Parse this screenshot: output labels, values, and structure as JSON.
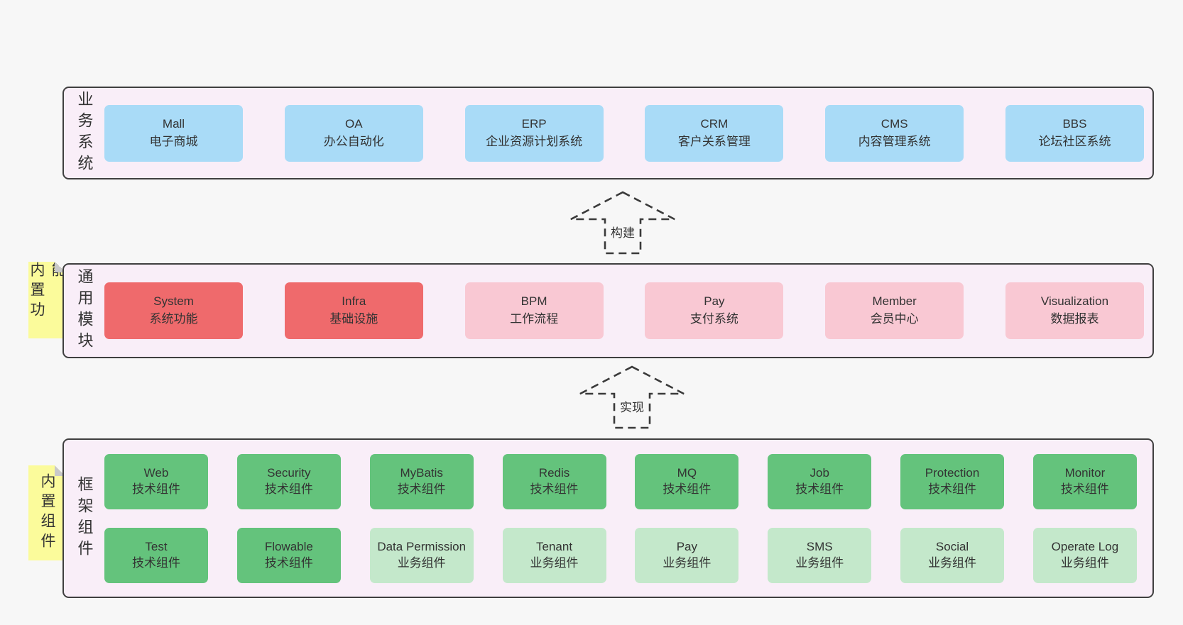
{
  "colors": {
    "page_bg": "#f7f7f7",
    "layer_bg": "#f9eef8",
    "layer_border": "#3f3f3f",
    "blue_box": "#a9dbf7",
    "red_box": "#ef6a6c",
    "pink_box": "#f9c8d3",
    "green_box": "#64c37c",
    "light_green_box": "#c4e8cb",
    "sticky_yellow": "#fbfb9b",
    "sticky_fold": "#c9c9c9",
    "text": "#333333"
  },
  "layers": {
    "business": {
      "label": "业务系统",
      "boxes": [
        {
          "title": "Mall",
          "subtitle": "电子商城"
        },
        {
          "title": "OA",
          "subtitle": "办公自动化"
        },
        {
          "title": "ERP",
          "subtitle": "企业资源计划系统"
        },
        {
          "title": "CRM",
          "subtitle": "客户关系管理"
        },
        {
          "title": "CMS",
          "subtitle": "内容管理系统"
        },
        {
          "title": "BBS",
          "subtitle": "论坛社区系统"
        }
      ]
    },
    "modules": {
      "label": "通用模块",
      "sticky": "内置功能",
      "boxes": [
        {
          "title": "System",
          "subtitle": "系统功能"
        },
        {
          "title": "Infra",
          "subtitle": "基础设施"
        },
        {
          "title": "BPM",
          "subtitle": "工作流程"
        },
        {
          "title": "Pay",
          "subtitle": "支付系统"
        },
        {
          "title": "Member",
          "subtitle": "会员中心"
        },
        {
          "title": "Visualization",
          "subtitle": "数据报表"
        }
      ]
    },
    "components": {
      "label": "框架组件",
      "sticky": "内置组件",
      "row1": [
        {
          "title": "Web",
          "subtitle": "技术组件"
        },
        {
          "title": "Security",
          "subtitle": "技术组件"
        },
        {
          "title": "MyBatis",
          "subtitle": "技术组件"
        },
        {
          "title": "Redis",
          "subtitle": "技术组件"
        },
        {
          "title": "MQ",
          "subtitle": "技术组件"
        },
        {
          "title": "Job",
          "subtitle": "技术组件"
        },
        {
          "title": "Protection",
          "subtitle": "技术组件"
        },
        {
          "title": "Monitor",
          "subtitle": "技术组件"
        }
      ],
      "row2": [
        {
          "title": "Test",
          "subtitle": "技术组件"
        },
        {
          "title": "Flowable",
          "subtitle": "技术组件"
        },
        {
          "title": "Data Permission",
          "subtitle": "业务组件"
        },
        {
          "title": "Tenant",
          "subtitle": "业务组件"
        },
        {
          "title": "Pay",
          "subtitle": "业务组件"
        },
        {
          "title": "SMS",
          "subtitle": "业务组件"
        },
        {
          "title": "Social",
          "subtitle": "业务组件"
        },
        {
          "title": "Operate Log",
          "subtitle": "业务组件"
        }
      ]
    }
  },
  "arrows": {
    "build": {
      "label": "构建"
    },
    "implement": {
      "label": "实现"
    }
  }
}
